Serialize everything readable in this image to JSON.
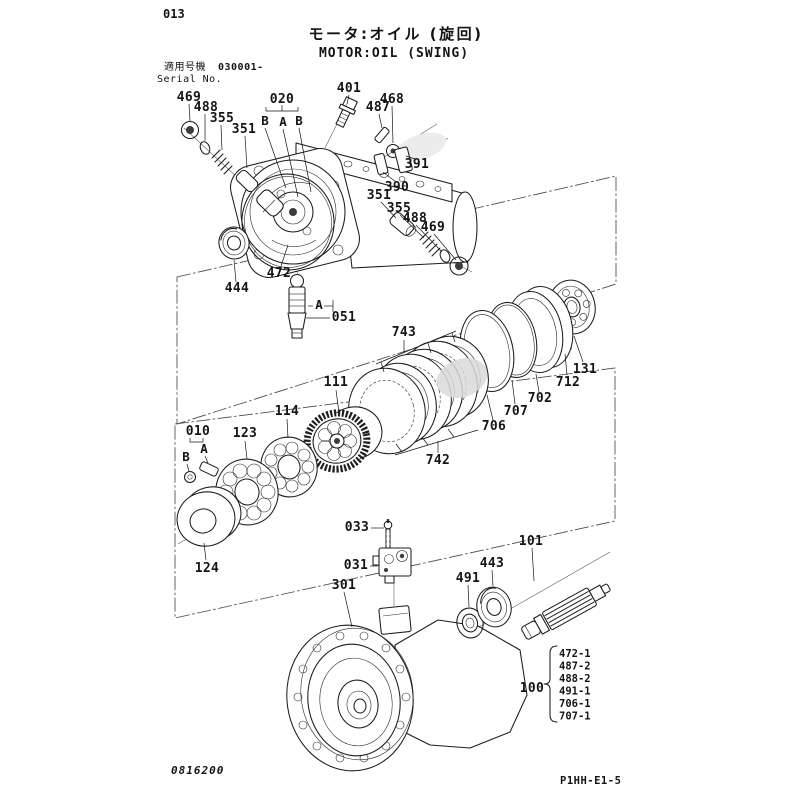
{
  "page": {
    "code": "013",
    "title_jp": "モータ:オイル (旋回)",
    "title_en": "MOTOR:OIL (SWING)",
    "serial_label_jp": "適用号機",
    "serial_value": "030001-",
    "serial_label_en": "Serial No.",
    "doc_number": "0816200",
    "drawing_code": "P1HH-E1-5"
  },
  "labels": [
    {
      "part": "469",
      "text": "469"
    },
    {
      "part": "488",
      "text": "488"
    },
    {
      "part": "355",
      "text": "355"
    },
    {
      "part": "351",
      "text": "351"
    },
    {
      "part": "020",
      "text": "020"
    },
    {
      "part": "B",
      "text": "B"
    },
    {
      "part": "A",
      "text": "A"
    },
    {
      "part": "B",
      "text": "B"
    },
    {
      "part": "401",
      "text": "401"
    },
    {
      "part": "487",
      "text": "487"
    },
    {
      "part": "468",
      "text": "468"
    },
    {
      "part": "391",
      "text": "391"
    },
    {
      "part": "390",
      "text": "390"
    },
    {
      "part": "351",
      "text": "351"
    },
    {
      "part": "355",
      "text": "355"
    },
    {
      "part": "488",
      "text": "488"
    },
    {
      "part": "469",
      "text": "469"
    },
    {
      "part": "444",
      "text": "444"
    },
    {
      "part": "472",
      "text": "472"
    },
    {
      "part": "A",
      "text": "A"
    },
    {
      "part": "051",
      "text": "051"
    },
    {
      "part": "743",
      "text": "743"
    },
    {
      "part": "111",
      "text": "111"
    },
    {
      "part": "114",
      "text": "114"
    },
    {
      "part": "123",
      "text": "123"
    },
    {
      "part": "010",
      "text": "010"
    },
    {
      "part": "B",
      "text": "B"
    },
    {
      "part": "A",
      "text": "A"
    },
    {
      "part": "124",
      "text": "124"
    },
    {
      "part": "742",
      "text": "742"
    },
    {
      "part": "706",
      "text": "706"
    },
    {
      "part": "707",
      "text": "707"
    },
    {
      "part": "702",
      "text": "702"
    },
    {
      "part": "712",
      "text": "712"
    },
    {
      "part": "131",
      "text": "131"
    },
    {
      "part": "033",
      "text": "033"
    },
    {
      "part": "031",
      "text": "031"
    },
    {
      "part": "301",
      "text": "301"
    },
    {
      "part": "491",
      "text": "491"
    },
    {
      "part": "443",
      "text": "443"
    },
    {
      "part": "101",
      "text": "101"
    }
  ],
  "group100": {
    "label": "100",
    "items": [
      "472-1",
      "487-2",
      "488-2",
      "491-1",
      "706-1",
      "707-1"
    ]
  }
}
